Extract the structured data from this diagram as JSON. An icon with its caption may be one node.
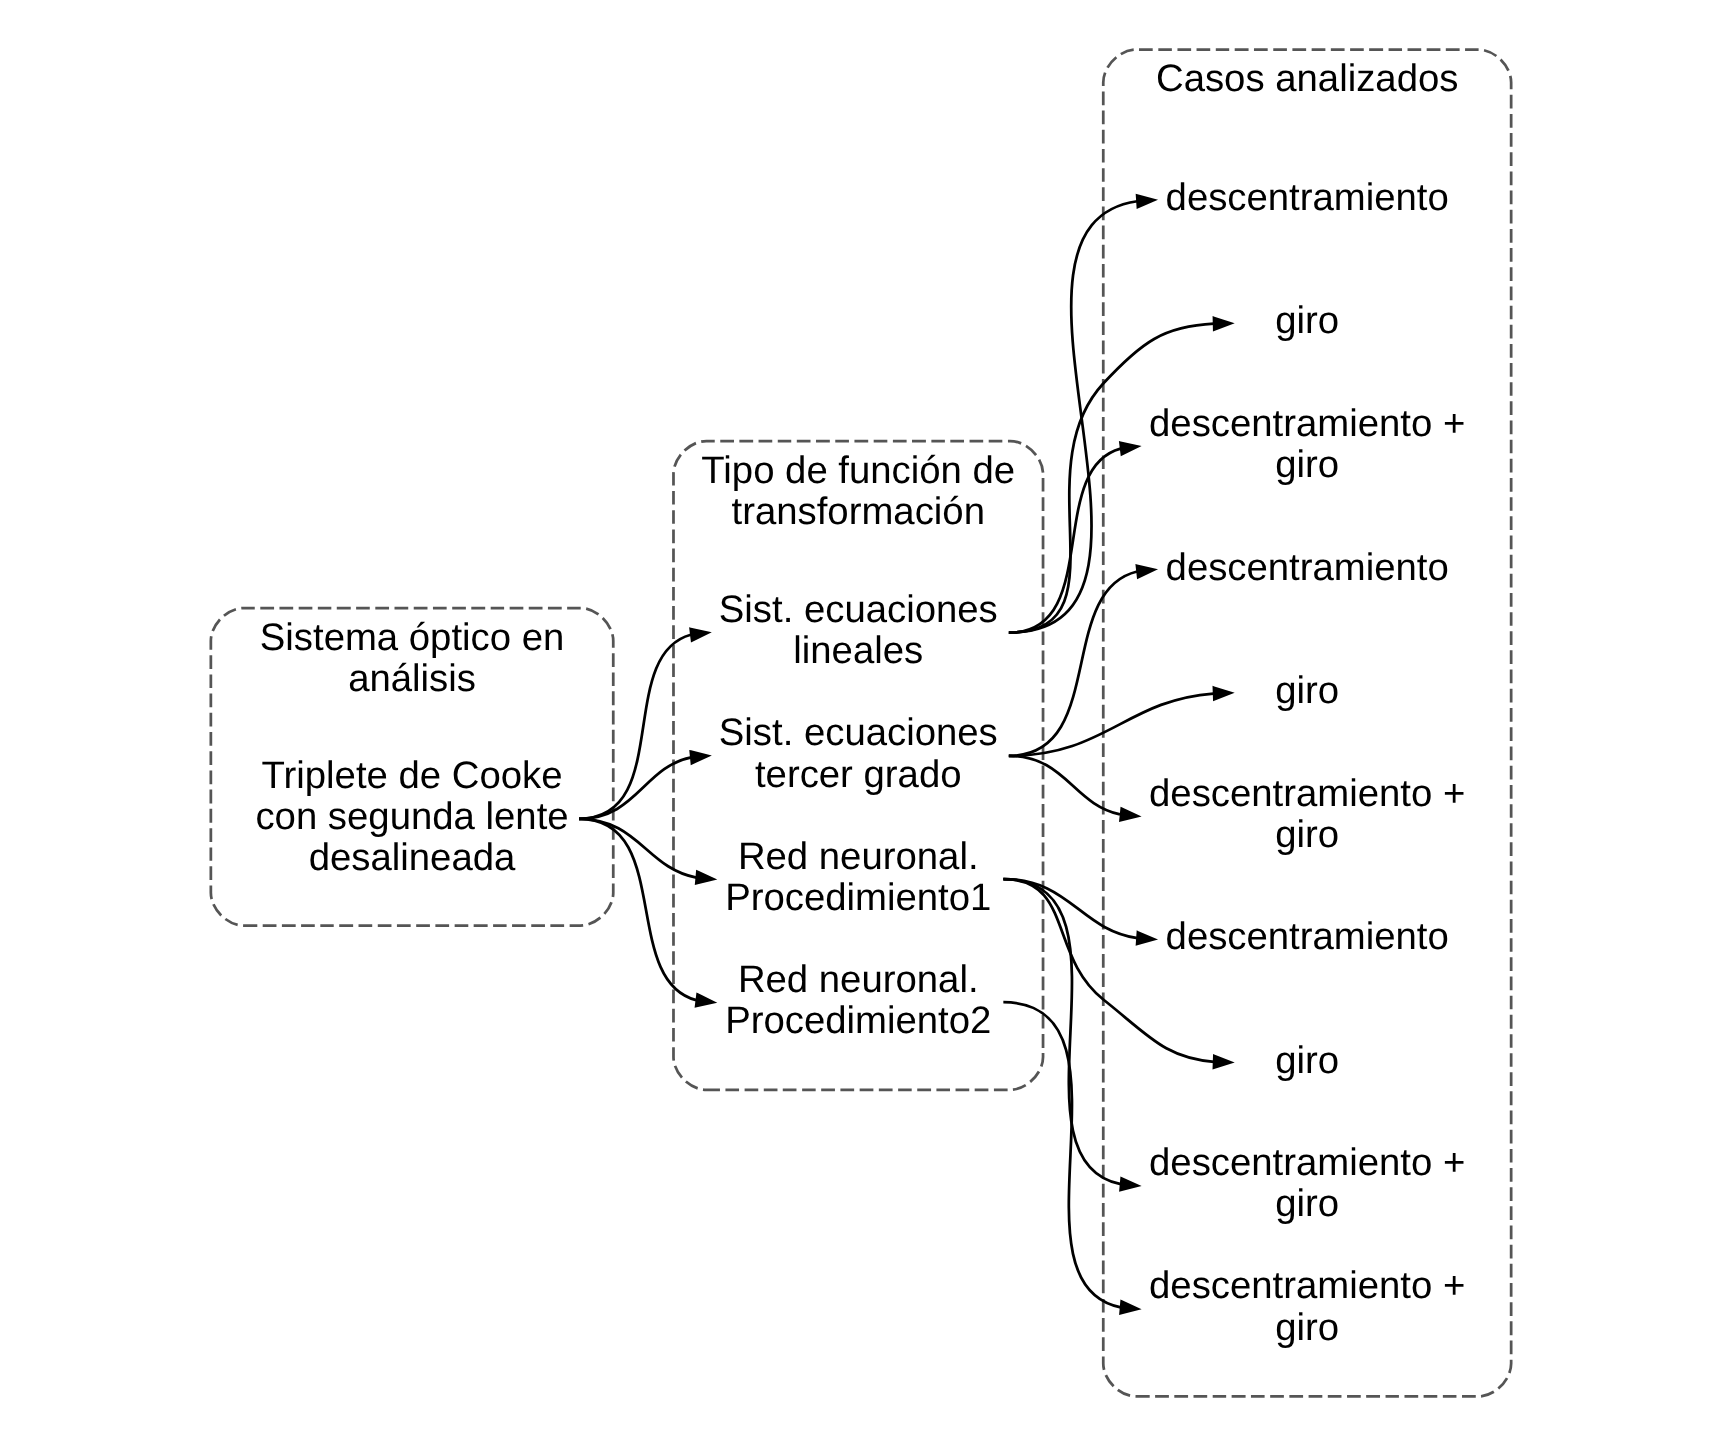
{
  "diagram": {
    "nodes": [
      {
        "text": [
          "Sistema óptico en análisis"
        ]
      },
      {
        "text": [
          "Triplete de Cooke con segunda lente desalineada"
        ],
        "in": 0
      },
      {
        "text": [
          "Tipo de función de transformación"
        ]
      },
      {
        "text": [
          "Sist. ecuaciones lineales"
        ],
        "in": 2
      },
      {
        "text": [
          "Sist. ecuaciones tercer grado"
        ],
        "in": 2
      },
      {
        "text": [
          "Red neuronal. Procedimiento1"
        ],
        "in": 2
      },
      {
        "text": [
          "Red neuronal. Procedimiento2"
        ],
        "in": 2
      },
      {
        "text": [
          "Casos analizados"
        ]
      },
      {
        "text": [
          "descentramiento"
        ],
        "in": 7
      },
      {
        "text": [
          "giro"
        ],
        "in": 7
      },
      {
        "text": [
          "descentramiento + giro"
        ],
        "in": 7
      },
      {
        "text": [
          "descentramiento"
        ],
        "in": 7
      },
      {
        "text": [
          "giro"
        ],
        "in": 7
      },
      {
        "text": [
          "descentramiento + giro"
        ],
        "in": 7
      },
      {
        "text": [
          "descentramiento"
        ],
        "in": 7
      },
      {
        "text": [
          "giro"
        ],
        "in": 7
      },
      {
        "text": [
          "descentramiento + giro"
        ],
        "in": 7
      },
      {
        "text": [
          "descentramiento + giro"
        ],
        "in": 7
      }
    ],
    "edges": [
      {
        "from": 1,
        "to": 3,
        "arrow": "to"
      },
      {
        "from": 1,
        "to": 4,
        "arrow": "to"
      },
      {
        "from": 1,
        "to": 5,
        "arrow": "to"
      },
      {
        "from": 1,
        "to": 6,
        "arrow": "to"
      },
      {
        "from": 3,
        "to": 8,
        "arrow": "to"
      },
      {
        "from": 3,
        "to": 9,
        "arrow": "to"
      },
      {
        "from": 3,
        "to": 10,
        "arrow": "to"
      },
      {
        "from": 4,
        "to": 11,
        "arrow": "to"
      },
      {
        "from": 4,
        "to": 12,
        "arrow": "to"
      },
      {
        "from": 4,
        "to": 13,
        "arrow": "to"
      },
      {
        "from": 5,
        "to": 14,
        "arrow": "to"
      },
      {
        "from": 5,
        "to": 15,
        "arrow": "to"
      },
      {
        "from": 5,
        "to": 16,
        "arrow": "to"
      },
      {
        "from": 6,
        "to": 17,
        "arrow": "to"
      }
    ]
  }
}
